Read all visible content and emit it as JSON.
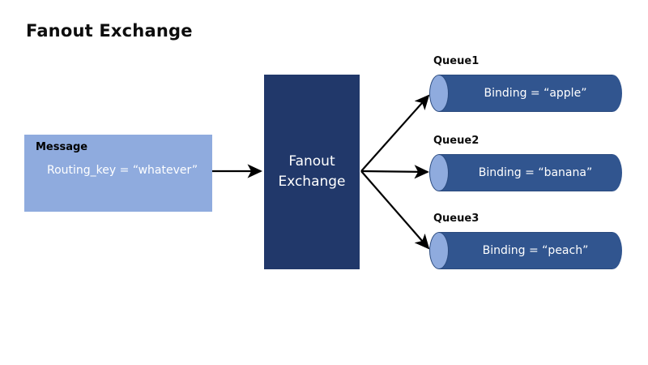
{
  "title": "Fanout Exchange",
  "message": {
    "heading": "Message",
    "routing_key_text": "Routing_key = “whatever”"
  },
  "exchange": {
    "label": "Fanout\nExchange"
  },
  "queues": [
    {
      "label": "Queue1",
      "binding_text": "Binding = “apple”"
    },
    {
      "label": "Queue2",
      "binding_text": "Binding = “banana”"
    },
    {
      "label": "Queue3",
      "binding_text": "Binding = “peach”"
    }
  ],
  "colors": {
    "background": "#ffffff",
    "message_fill": "#8FABDE",
    "exchange_fill": "#21386A",
    "queue_fill": "#31558F",
    "queue_cap_fill": "#8FABDE",
    "arrow": "#000000",
    "title_text": "#0d0d0d",
    "body_text_light": "#ffffff"
  }
}
